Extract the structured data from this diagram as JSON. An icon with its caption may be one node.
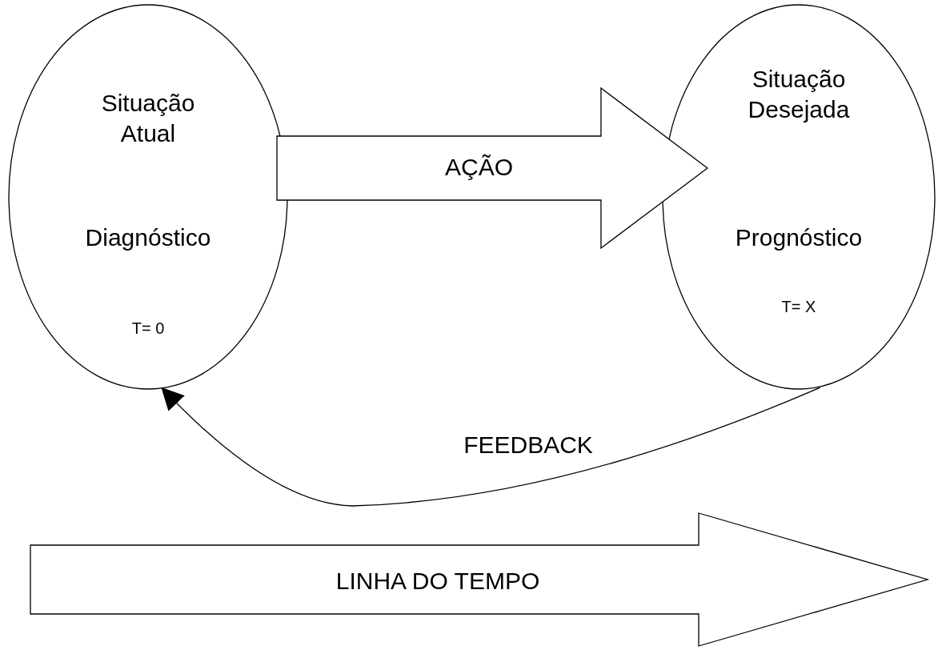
{
  "diagram": {
    "nodes": [
      {
        "text": [
          "Situação Atual",
          "Diagnóstico",
          "T= 0"
        ]
      },
      {
        "text": [
          "Situação Desejada",
          "Prognóstico",
          "T= X"
        ]
      },
      {
        "text": [
          "LINHA DO TEMPO"
        ]
      }
    ],
    "edges": [
      {
        "from": 0,
        "to": 1,
        "arrow": "to",
        "label": "AÇÃO",
        "style": "thick"
      },
      {
        "from": 1,
        "to": 0,
        "arrow": "to",
        "label": "FEEDBACK"
      }
    ]
  }
}
